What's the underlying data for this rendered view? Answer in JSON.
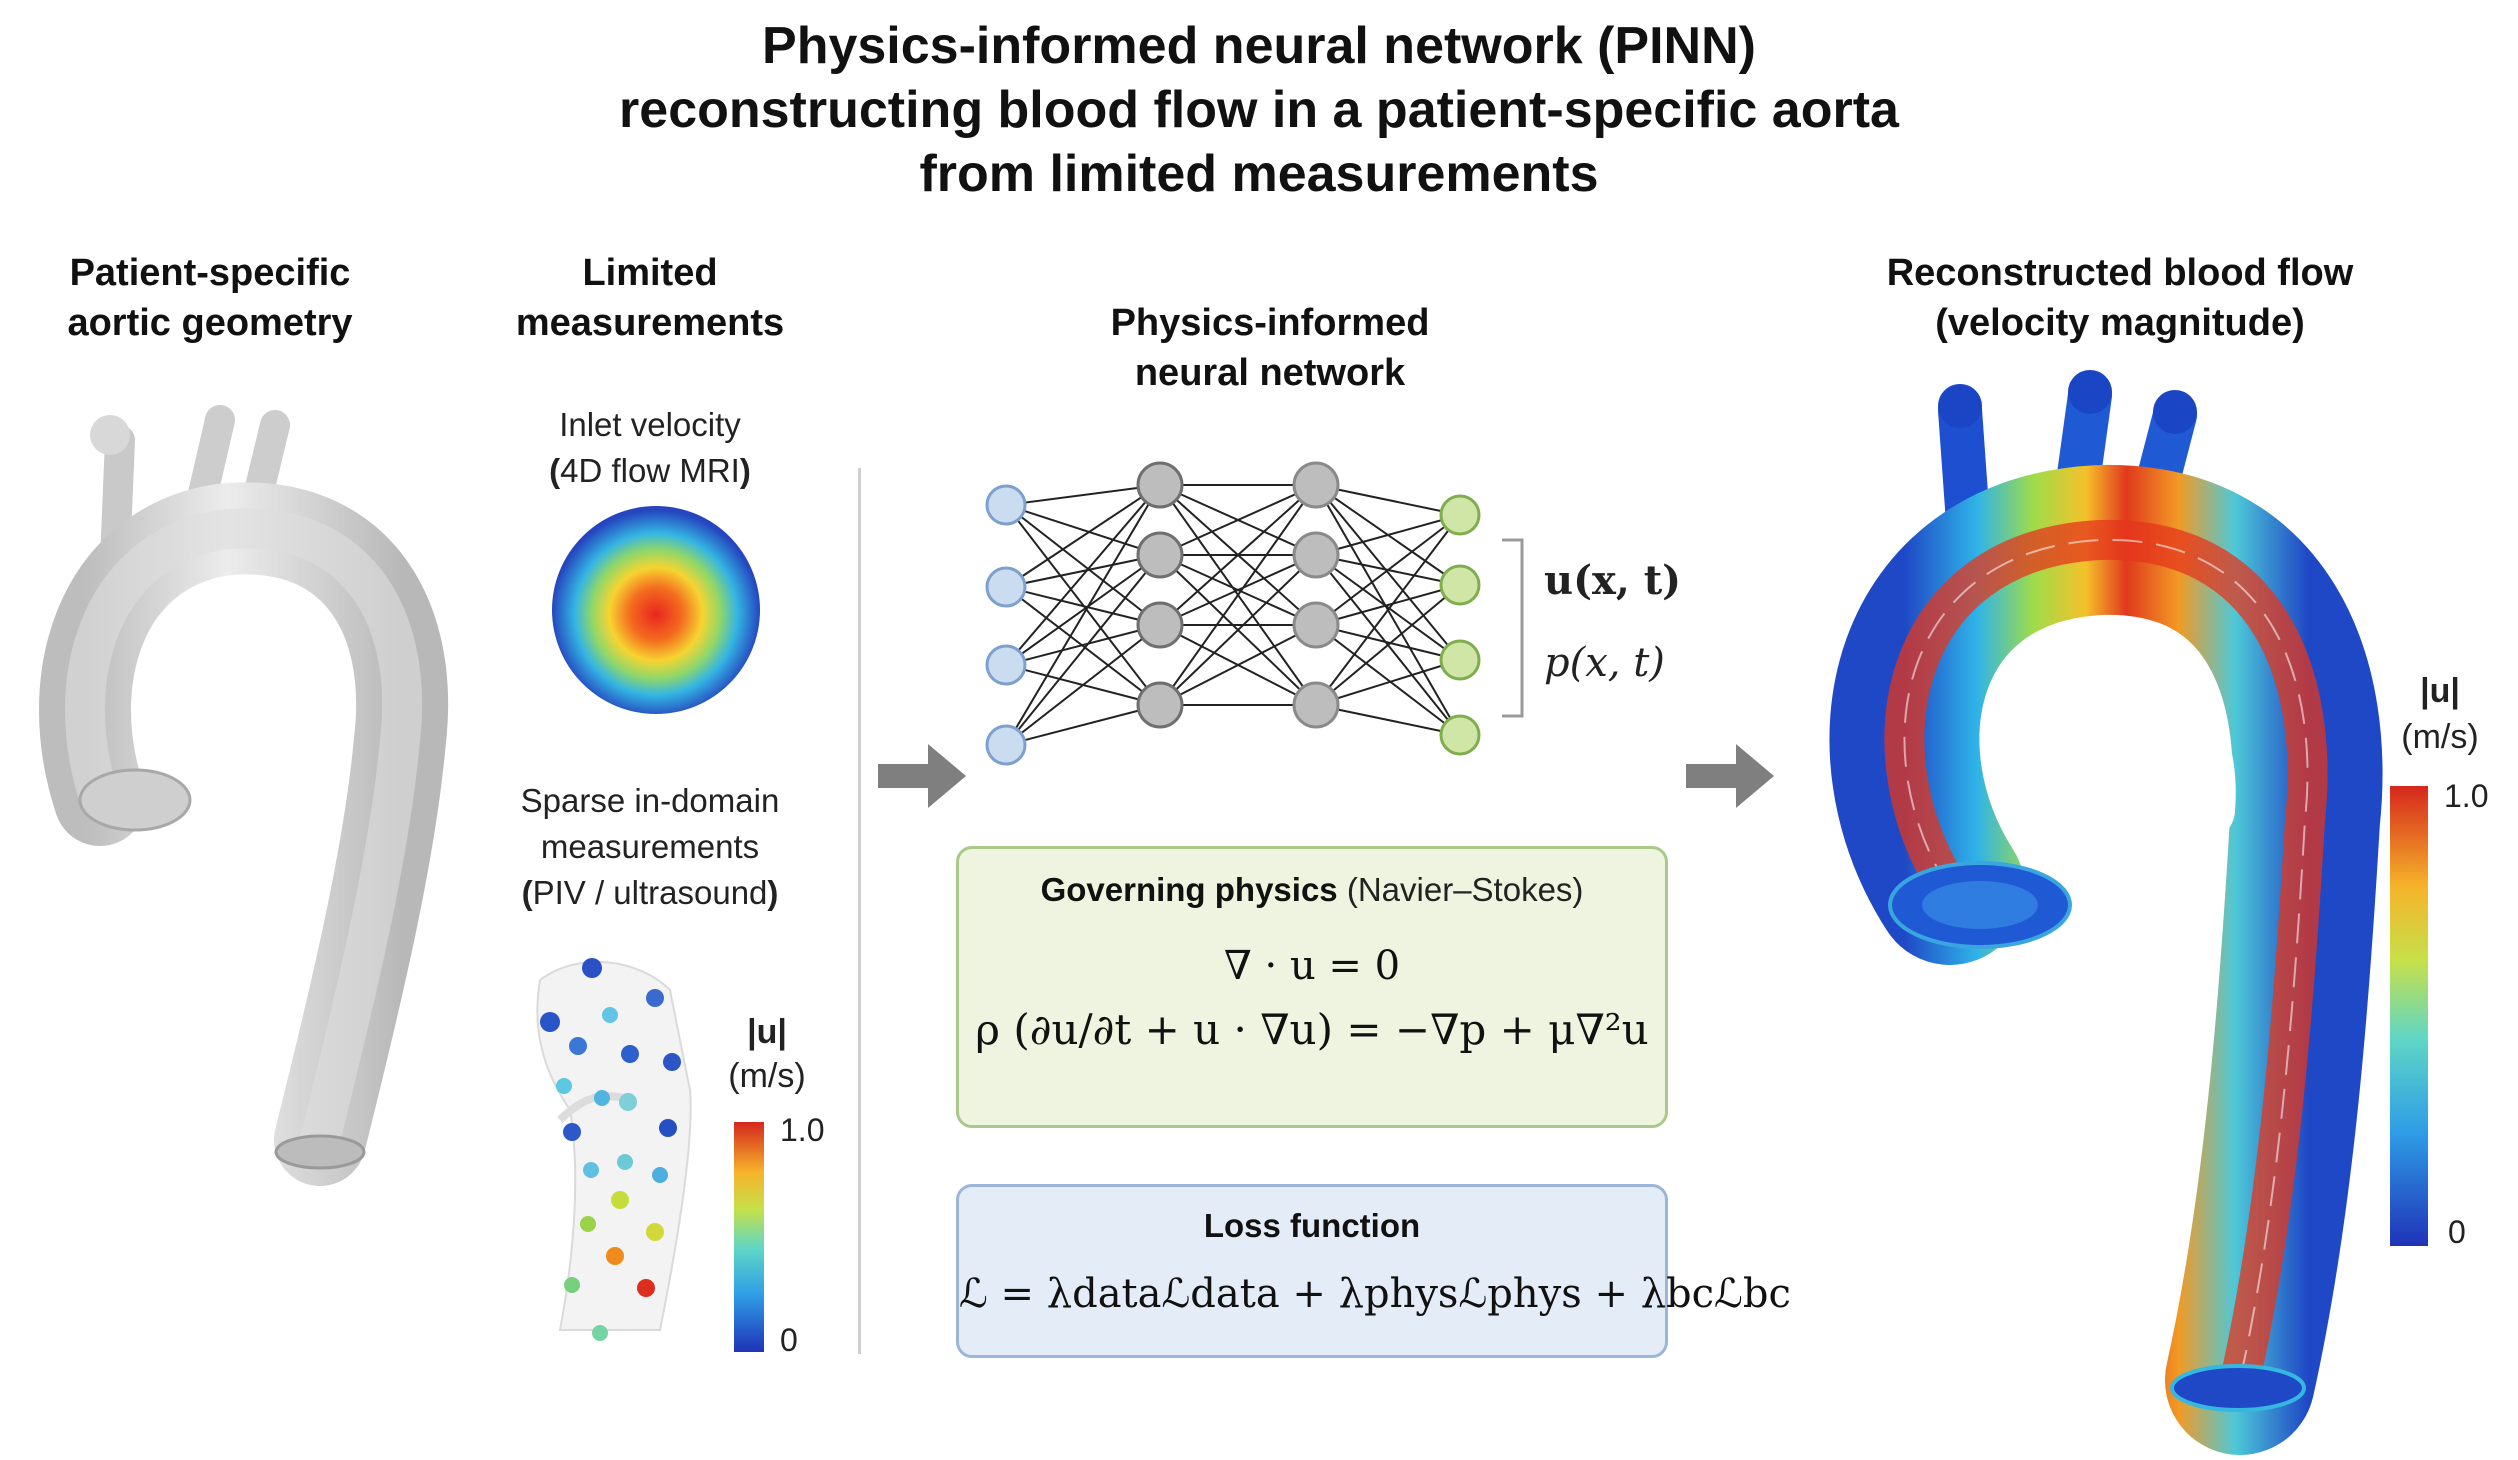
{
  "title": {
    "line1": "Physics-informed neural network (PINN)",
    "line2": "reconstructing blood flow in a patient-specific aorta",
    "line3": "from limited measurements"
  },
  "geometry_panel": {
    "header_line1": "Patient-specific",
    "header_line2": "aortic geometry"
  },
  "measurements_panel": {
    "header_line1": "Limited",
    "header_line2": "measurements",
    "inlet_label_line1": "Inlet velocity",
    "inlet_label_line2": "4D flow MRI",
    "sparse_label_line1": "Sparse in-domain",
    "sparse_label_line2": "measurements",
    "sparse_label_line3": "PIV / ultrasound",
    "colorbar_title": "|u|",
    "colorbar_unit": "(m/s)",
    "colorbar_max": "1.0",
    "colorbar_min": "0"
  },
  "network_panel": {
    "header_line1": "Physics-informed",
    "header_line2": "neural network",
    "output_u": "u(x, t)",
    "output_p": "p(x, t)",
    "layers": [
      4,
      4,
      4,
      4
    ]
  },
  "physics_box": {
    "header_bold": "Governing physics",
    "header_rest": "(Navier–Stokes)",
    "eq_continuity": "∇ · u = 0",
    "eq_momentum": "ρ (∂u/∂t + u · ∇u) = −∇p + μ∇²u"
  },
  "loss_box": {
    "header": "Loss function",
    "equation": "ℒ = λdataℒdata + λphysℒphys + λbcℒbc"
  },
  "reconstruction_panel": {
    "header_line1": "Reconstructed blood flow",
    "header_line2": "(velocity magnitude)",
    "colorbar_title": "|u|",
    "colorbar_unit": "(m/s)",
    "colorbar_max": "1.0",
    "colorbar_min": "0"
  },
  "colors": {
    "aorta_gray": "#d4d4d4",
    "input_node": "#c9dcf0",
    "hidden_node": "#bdbdbd",
    "output_node": "#cfe6a6",
    "arrow": "#7f7f7f",
    "physics_box_bg": "#eef4df",
    "loss_box_bg": "#e4ecf7"
  }
}
